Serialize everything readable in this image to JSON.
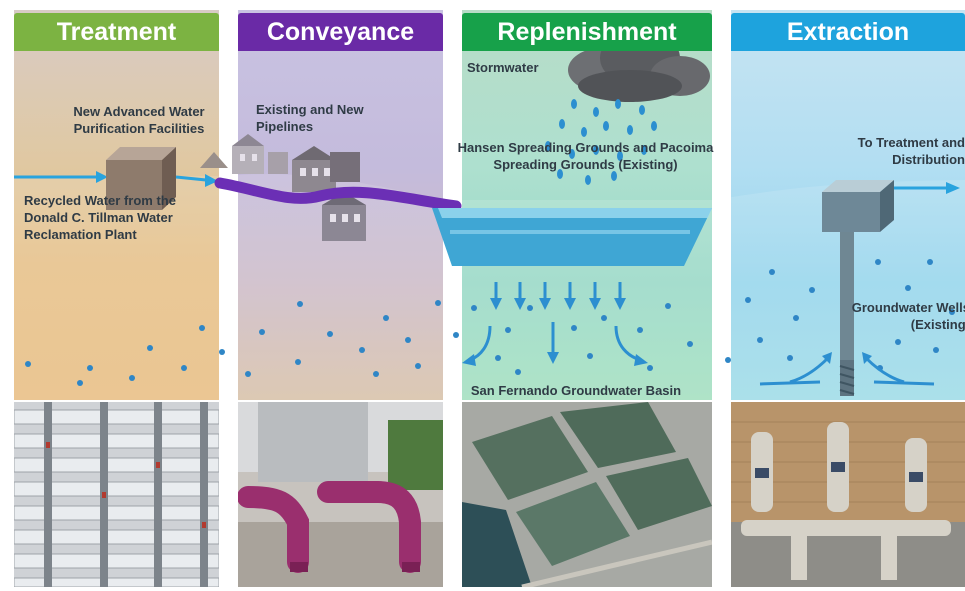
{
  "stages": {
    "treatment": "Treatment",
    "conveyance": "Conveyance",
    "replenishment": "Replenishment",
    "extraction": "Extraction"
  },
  "colors": {
    "treatment": "#7cb342",
    "conveyance": "#6a2aa6",
    "replenishment": "#17a14a",
    "extraction": "#1ea3dd",
    "water_arrow": "#29a3de",
    "pipeline": "#6b2fb5"
  },
  "labels": {
    "facility": "New Advanced Water Purification Facilities",
    "recycled": "Recycled Water from the Donald C. Tillman Water Reclamation Plant",
    "pipelines": "Existing and New Pipelines",
    "stormwater": "Stormwater",
    "spreading": "Hansen Spreading Grounds and Pacoima Spreading Grounds (Existing)",
    "basin": "San Fernando Groundwater Basin",
    "distribution": "To Treatment and Distribution",
    "wells": "Groundwater Wells (Existing)"
  },
  "icons": [
    "facility-box-icon",
    "houses-icon",
    "pipeline-icon",
    "storm-cloud-icon",
    "rain-drops-icon",
    "infiltration-arrows-icon",
    "well-pump-icon"
  ]
}
